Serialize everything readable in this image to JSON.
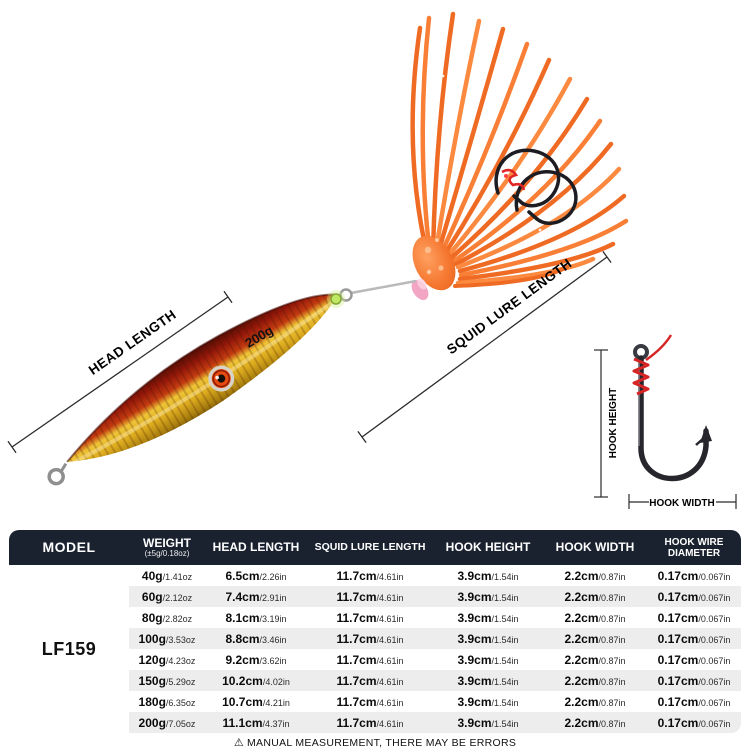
{
  "product": {
    "weight_label": "200g",
    "annotations": {
      "head_length": "HEAD LENGTH",
      "squid_lure_length": "SQUID LURE LENGTH",
      "hook_height": "HOOK HEIGHT",
      "hook_width": "HOOK WIDTH"
    },
    "colors": {
      "skirt_orange": "#f4732c",
      "jig_red": "#a81c0a",
      "jig_gold": "#e0b122",
      "thread_red": "#d62525",
      "header_bg": "#1a2230"
    }
  },
  "table": {
    "headers": {
      "model": "MODEL",
      "weight": "WEIGHT",
      "weight_sub": "(±5g/0.18oz)",
      "head": "HEAD LENGTH",
      "squid": "SQUID LURE LENGTH",
      "hook_height": "HOOK HEIGHT",
      "hook_width": "HOOK WIDTH",
      "wire1": "HOOK WIRE",
      "wire2": "DIAMETER"
    },
    "model": "LF159",
    "rows": [
      {
        "weight": "40g",
        "weight_oz": "/1.41oz",
        "head": "6.5cm",
        "head_in": "/2.26in",
        "squid": "11.7cm",
        "squid_in": "/4.61in",
        "hook_h": "3.9cm",
        "hook_h_in": "/1.54in",
        "hook_w": "2.2cm",
        "hook_w_in": "/0.87in",
        "wire": "0.17cm",
        "wire_in": "/0.067in"
      },
      {
        "weight": "60g",
        "weight_oz": "/2.12oz",
        "head": "7.4cm",
        "head_in": "/2.91in",
        "squid": "11.7cm",
        "squid_in": "/4.61in",
        "hook_h": "3.9cm",
        "hook_h_in": "/1.54in",
        "hook_w": "2.2cm",
        "hook_w_in": "/0.87in",
        "wire": "0.17cm",
        "wire_in": "/0.067in"
      },
      {
        "weight": "80g",
        "weight_oz": "/2.82oz",
        "head": "8.1cm",
        "head_in": "/3.19in",
        "squid": "11.7cm",
        "squid_in": "/4.61in",
        "hook_h": "3.9cm",
        "hook_h_in": "/1.54in",
        "hook_w": "2.2cm",
        "hook_w_in": "/0.87in",
        "wire": "0.17cm",
        "wire_in": "/0.067in"
      },
      {
        "weight": "100g",
        "weight_oz": "/3.53oz",
        "head": "8.8cm",
        "head_in": "/3.46in",
        "squid": "11.7cm",
        "squid_in": "/4.61in",
        "hook_h": "3.9cm",
        "hook_h_in": "/1.54in",
        "hook_w": "2.2cm",
        "hook_w_in": "/0.87in",
        "wire": "0.17cm",
        "wire_in": "/0.067in"
      },
      {
        "weight": "120g",
        "weight_oz": "/4.23oz",
        "head": "9.2cm",
        "head_in": "/3.62in",
        "squid": "11.7cm",
        "squid_in": "/4.61in",
        "hook_h": "3.9cm",
        "hook_h_in": "/1.54in",
        "hook_w": "2.2cm",
        "hook_w_in": "/0.87in",
        "wire": "0.17cm",
        "wire_in": "/0.067in"
      },
      {
        "weight": "150g",
        "weight_oz": "/5.29oz",
        "head": "10.2cm",
        "head_in": "/4.02in",
        "squid": "11.7cm",
        "squid_in": "/4.61in",
        "hook_h": "3.9cm",
        "hook_h_in": "/1.54in",
        "hook_w": "2.2cm",
        "hook_w_in": "/0.87in",
        "wire": "0.17cm",
        "wire_in": "/0.067in"
      },
      {
        "weight": "180g",
        "weight_oz": "/6.35oz",
        "head": "10.7cm",
        "head_in": "/4.21in",
        "squid": "11.7cm",
        "squid_in": "/4.61in",
        "hook_h": "3.9cm",
        "hook_h_in": "/1.54in",
        "hook_w": "2.2cm",
        "hook_w_in": "/0.87in",
        "wire": "0.17cm",
        "wire_in": "/0.067in"
      },
      {
        "weight": "200g",
        "weight_oz": "/7.05oz",
        "head": "11.1cm",
        "head_in": "/4.37in",
        "squid": "11.7cm",
        "squid_in": "/4.61in",
        "hook_h": "3.9cm",
        "hook_h_in": "/1.54in",
        "hook_w": "2.2cm",
        "hook_w_in": "/0.87in",
        "wire": "0.17cm",
        "wire_in": "/0.067in"
      }
    ]
  },
  "footer": {
    "warning_icon": "⚠",
    "disclaimer": "MANUAL MEASUREMENT, THERE MAY BE ERRORS"
  }
}
